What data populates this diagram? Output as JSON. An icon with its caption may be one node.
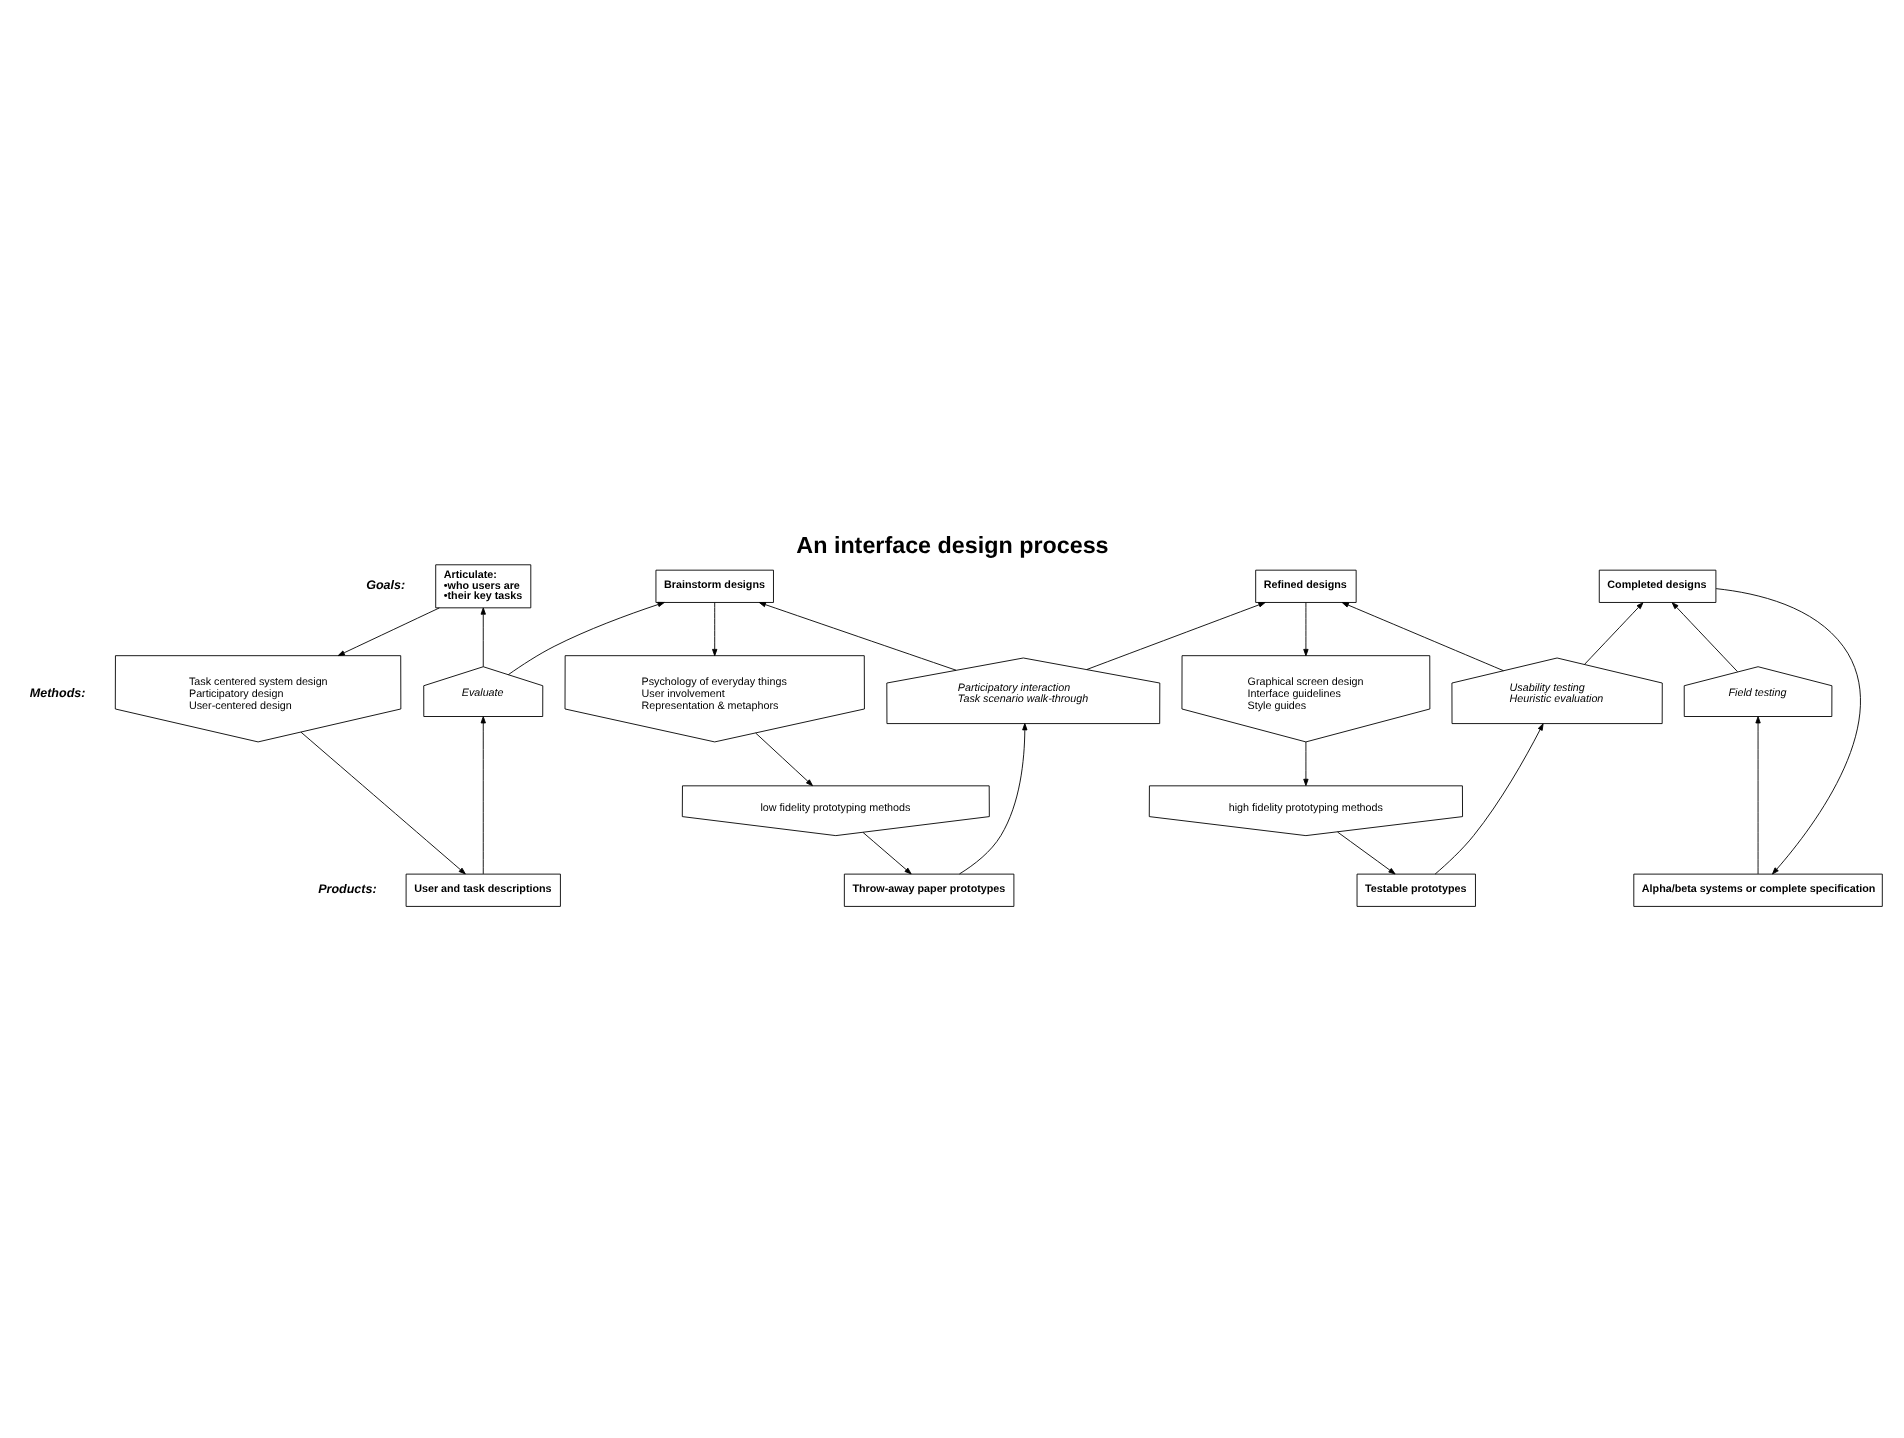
{
  "diagram": {
    "title": "An interface design process",
    "nodes": [
      {
        "text": [
          "Articulate:",
          "•who users are",
          "•their key tasks"
        ]
      },
      {
        "text": [
          "Brainstorm designs"
        ]
      },
      {
        "text": [
          "Refined designs"
        ]
      },
      {
        "text": [
          "Completed designs"
        ]
      },
      {
        "text": [
          "Task centered system design",
          "Participatory design",
          "User-centered design"
        ]
      },
      {
        "text": [
          "Evaluate"
        ]
      },
      {
        "text": [
          "Psychology of everyday things",
          "User involvement",
          "Representation & metaphors"
        ]
      },
      {
        "text": [
          "Participatory interaction",
          "Task scenario walk-through"
        ]
      },
      {
        "text": [
          "low fidelity prototyping methods"
        ]
      },
      {
        "text": [
          "Graphical screen design",
          "Interface guidelines",
          "Style guides"
        ]
      },
      {
        "text": [
          "Usability testing",
          "Heuristic evaluation"
        ]
      },
      {
        "text": [
          "high fidelity prototyping methods"
        ]
      },
      {
        "text": [
          "Field testing"
        ]
      },
      {
        "text": [
          "User and task descriptions"
        ]
      },
      {
        "text": [
          "Throw-away paper prototypes"
        ]
      },
      {
        "text": [
          "Testable prototypes"
        ]
      },
      {
        "text": [
          "Alpha/beta systems or complete specification"
        ]
      }
    ],
    "edges": [
      {
        "from": 0,
        "to": 4,
        "arrow": "to"
      },
      {
        "from": 5,
        "to": 0,
        "arrow": "to"
      },
      {
        "from": 5,
        "to": 1,
        "arrow": "to"
      },
      {
        "from": 4,
        "to": 13,
        "arrow": "to"
      },
      {
        "from": 13,
        "to": 5,
        "arrow": "to"
      },
      {
        "from": 1,
        "to": 6,
        "arrow": "to"
      },
      {
        "from": 7,
        "to": 1,
        "arrow": "to"
      },
      {
        "from": 7,
        "to": 2,
        "arrow": "to"
      },
      {
        "from": 6,
        "to": 8,
        "arrow": "to"
      },
      {
        "from": 8,
        "to": 14,
        "arrow": "to"
      },
      {
        "from": 14,
        "to": 7,
        "arrow": "to"
      },
      {
        "from": 2,
        "to": 9,
        "arrow": "to"
      },
      {
        "from": 10,
        "to": 2,
        "arrow": "to"
      },
      {
        "from": 10,
        "to": 3,
        "arrow": "to"
      },
      {
        "from": 9,
        "to": 11,
        "arrow": "to"
      },
      {
        "from": 11,
        "to": 15,
        "arrow": "to"
      },
      {
        "from": 15,
        "to": 10,
        "arrow": "to"
      },
      {
        "from": 3,
        "to": 16,
        "arrow": "to"
      },
      {
        "from": 12,
        "to": 3,
        "arrow": "to"
      },
      {
        "from": 16,
        "to": 12,
        "arrow": "to"
      }
    ],
    "labels": [
      "Goals:",
      "Methods:",
      "Products:"
    ]
  }
}
